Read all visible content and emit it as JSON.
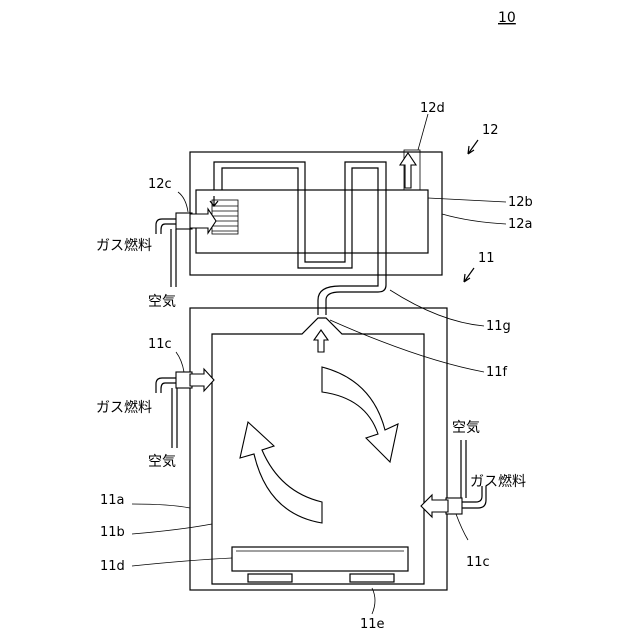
{
  "figure_number": "10",
  "labels": {
    "l12": "12",
    "l12a": "12a",
    "l12b": "12b",
    "l12c": "12c",
    "l12d": "12d",
    "l11": "11",
    "l11a": "11a",
    "l11b": "11b",
    "l11c_left": "11c",
    "l11c_right": "11c",
    "l11d": "11d",
    "l11e": "11e",
    "l11f": "11f",
    "l11g": "11g"
  },
  "text": {
    "gas_fuel_top": "ガス燃料",
    "air_top": "空気",
    "gas_fuel_mid": "ガス燃料",
    "air_mid": "空気",
    "air_right": "空気",
    "gas_fuel_right": "ガス燃料"
  }
}
